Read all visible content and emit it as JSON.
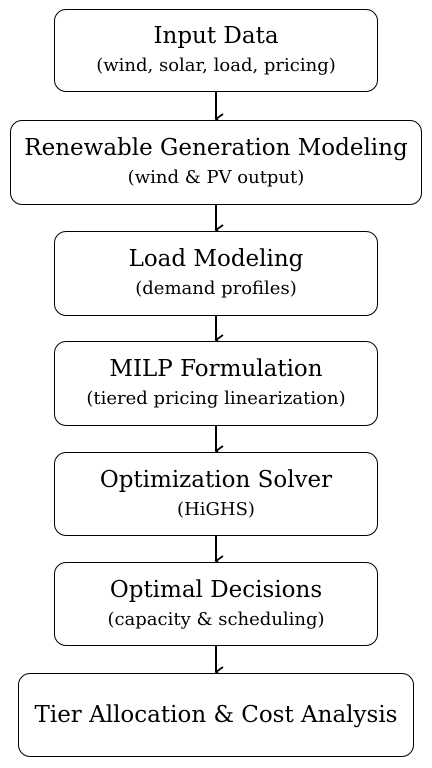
{
  "flowchart": {
    "nodes": [
      {
        "title": "Input Data",
        "subtitle": "(wind, solar, load, pricing)"
      },
      {
        "title": "Renewable Generation Modeling",
        "subtitle": "(wind & PV output)"
      },
      {
        "title": "Load Modeling",
        "subtitle": "(demand profiles)"
      },
      {
        "title": "MILP Formulation",
        "subtitle": "(tiered pricing linearization)"
      },
      {
        "title": "Optimization Solver",
        "subtitle": "(HiGHS)"
      },
      {
        "title": "Optimal Decisions",
        "subtitle": "(capacity & scheduling)"
      },
      {
        "title": "Tier Allocation & Cost Analysis"
      }
    ],
    "edges": [
      {
        "from": 0,
        "to": 1
      },
      {
        "from": 1,
        "to": 2
      },
      {
        "from": 2,
        "to": 3
      },
      {
        "from": 3,
        "to": 4
      },
      {
        "from": 4,
        "to": 5
      },
      {
        "from": 5,
        "to": 6
      }
    ],
    "colors": {
      "box_fill": "#ffffff",
      "box_stroke": "#000000",
      "text": "#000000",
      "arrow": "#000000"
    }
  }
}
